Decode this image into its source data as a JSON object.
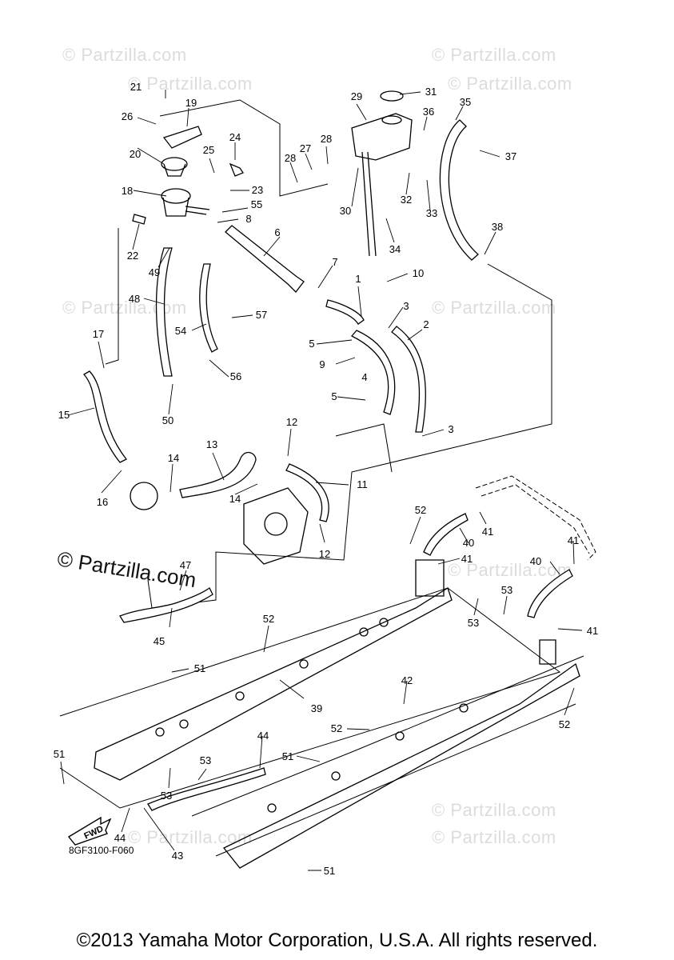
{
  "watermark": {
    "text": "© Partzilla.com",
    "text_prominent": "© Partzilla.com"
  },
  "diagram": {
    "ref_code": "8GF3100-F060",
    "fwd_label": "FWD",
    "labels": [
      "1",
      "2",
      "3",
      "4",
      "5",
      "6",
      "7",
      "8",
      "9",
      "10",
      "11",
      "12",
      "13",
      "14",
      "15",
      "16",
      "17",
      "18",
      "19",
      "20",
      "21",
      "22",
      "23",
      "24",
      "25",
      "26",
      "27",
      "28",
      "29",
      "30",
      "31",
      "32",
      "33",
      "34",
      "35",
      "36",
      "37",
      "38",
      "39",
      "40",
      "41",
      "42",
      "43",
      "44",
      "45",
      "47",
      "48",
      "49",
      "50",
      "51",
      "52",
      "53",
      "54",
      "55",
      "56",
      "57"
    ]
  },
  "footer": {
    "copyright": "©2013 Yamaha Motor Corporation, U.S.A. All rights reserved."
  }
}
